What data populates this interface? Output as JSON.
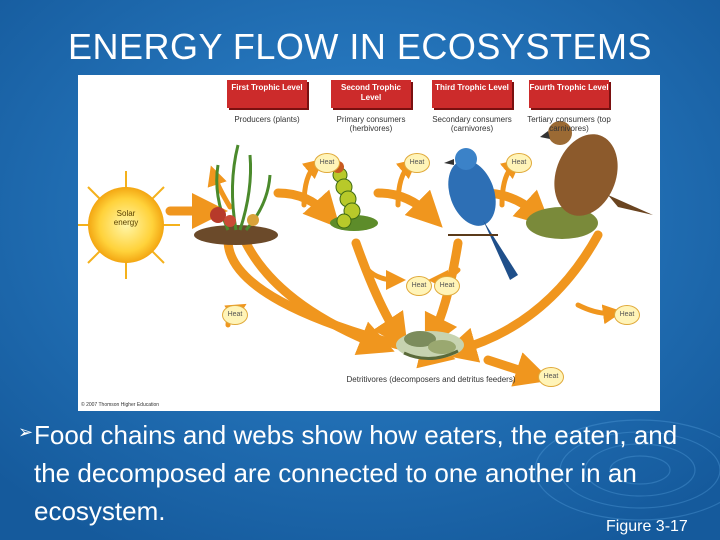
{
  "slide": {
    "title": "ENERGY FLOW IN ECOSYSTEMS",
    "bullet_text": "Food chains and webs show how eaters, the eaten, and the decomposed are connected to one another in an ecosystem.",
    "figure_number": "Figure 3-17",
    "bullet_icon": "arrow-bullet-icon"
  },
  "diagram": {
    "levels": [
      {
        "title": "First Trophic Level",
        "label": "Producers (plants)"
      },
      {
        "title": "Second Trophic Level",
        "label": "Primary consumers (herbivores)"
      },
      {
        "title": "Third Trophic Level",
        "label": "Secondary consumers (carnivores)"
      },
      {
        "title": "Fourth Trophic Level",
        "label": "Tertiary consumers (top carnivores)"
      }
    ],
    "sun_label": "Solar energy",
    "heat_label": "Heat",
    "detritivores_label": "Detritivores (decomposers and detritus feeders)",
    "copyright": "© 2007 Thomson Higher Education",
    "colors": {
      "arrow": "#f0961e",
      "level_box": "#cc2b2b",
      "slide_bg": "#1f6fb5"
    }
  }
}
